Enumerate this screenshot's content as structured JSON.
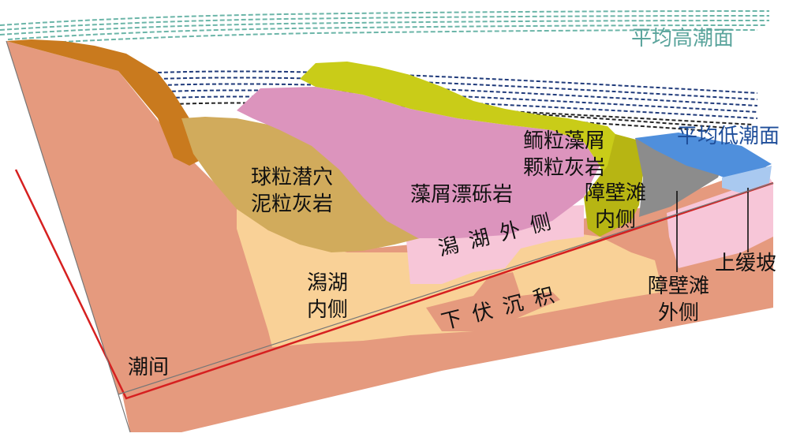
{
  "labels": {
    "mean_high_tide": "平均高潮面",
    "mean_low_tide": "平均低潮面",
    "pellet_burrow_line1": "球粒潜穴",
    "pellet_burrow_line2": "泥粒灰岩",
    "algal_rudstone": "藻屑漂砾岩",
    "oolite_algal_line1": "鲕粒藻屑",
    "oolite_algal_line2": "颗粒灰岩",
    "reef_inner_line1": "障壁滩",
    "reef_inner_line2": "内侧",
    "lagoon_inner_line1": "潟湖",
    "lagoon_inner_line2": "内侧",
    "lagoon_outer": "潟湖外侧",
    "underlying_deposit": "下伏沉积",
    "reef_outer_line1": "障壁滩",
    "reef_outer_line2": "外侧",
    "upper_gentle_slope": "上缓坡",
    "intertidal": "潮间"
  },
  "colors": {
    "mean_high_tide": "#5aa49c",
    "mean_low_tide": "#1f4e9a",
    "high_tide_waves": "#6bb5a8",
    "low_tide_waves": "#1f3a7a",
    "dark_waves": "#222222",
    "base_salmon": "#e59a7e",
    "brown_ochre": "#c97a1e",
    "tan": "#d1ab5c",
    "pink": "#dc94bd",
    "olive_green": "#c9cc18",
    "dark_olive": "#b7b513",
    "light_pink": "#f7c6d8",
    "peach": "#f9d197",
    "gray": "#8c8c8c",
    "blue_water": "#4f8fdc",
    "light_blue": "#a9c9f0",
    "red_line": "#d62020"
  }
}
